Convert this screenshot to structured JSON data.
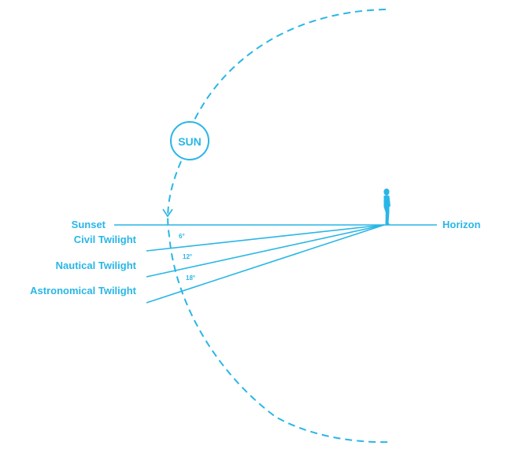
{
  "colors": {
    "accent": "#29b6e6",
    "text": "#29b6e6",
    "sun_fill": "#ffffff"
  },
  "sun": {
    "label": "SUN"
  },
  "labels": {
    "sunset": "Sunset",
    "horizon": "Horizon",
    "civil": "Civil Twilight",
    "nautical": "Nautical Twilight",
    "astronomical": "Astronomical Twilight"
  },
  "angles": {
    "civil": "6°",
    "nautical": "12°",
    "astronomical": "18°"
  },
  "icons": {
    "observer": "person-silhouette-icon"
  }
}
